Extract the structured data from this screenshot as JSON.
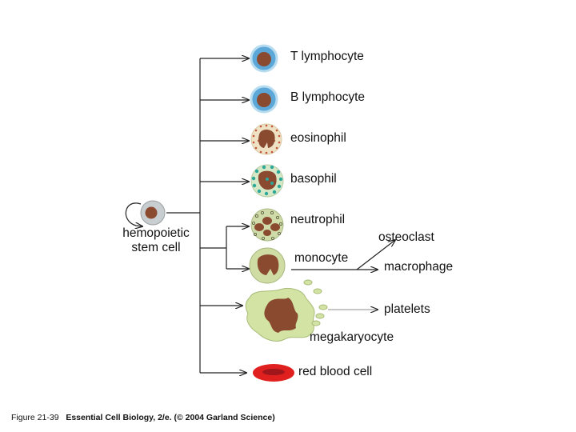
{
  "labels": {
    "stem_line1": "hemopoietic",
    "stem_line2": "stem cell",
    "t_lymphocyte": "T lymphocyte",
    "b_lymphocyte": "B lymphocyte",
    "eosinophil": "eosinophil",
    "basophil": "basophil",
    "neutrophil": "neutrophil",
    "monocyte": "monocyte",
    "osteoclast": "osteoclast",
    "macrophage": "macrophage",
    "platelets": "platelets",
    "megakaryocyte": "megakaryocyte",
    "red_blood_cell": "red blood cell"
  },
  "caption": {
    "figure": "Figure 21-39",
    "text": "Essential Cell Biology, 2/e. (© 2004 Garland Science)"
  },
  "colors": {
    "line": "#222222",
    "nucleus": "#8a4a30",
    "lymph_cytoplasm": "#5ba8d8",
    "lymph_border": "#b8dcef",
    "eosinophil_cytoplasm": "#efe1c4",
    "eosinophil_granule": "#c0573a",
    "basophil_cytoplasm": "#d6e8c6",
    "basophil_granule": "#2aa89a",
    "monocyte_cytoplasm": "#cfdca4",
    "megakaryocyte_cytoplasm": "#d3e3a4",
    "rbc": "#e0201e",
    "rbc_center": "#a0161a",
    "stem_cytoplasm": "#c8cdcf"
  }
}
